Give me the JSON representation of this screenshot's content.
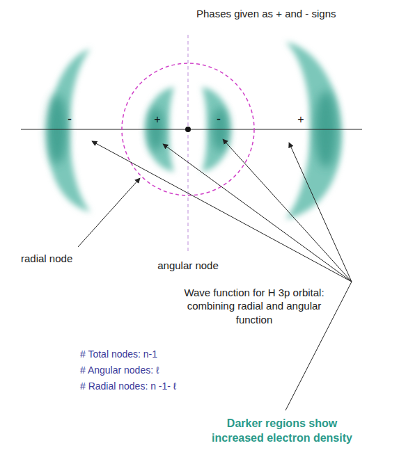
{
  "diagram": {
    "labels": [
      "Phases given as + and - signs",
      "-",
      "+",
      "-",
      "+",
      "radial node",
      "angular node",
      "Wave function for H 3p orbital: combining radial and angular function",
      "# Total nodes: n-1",
      "# Angular nodes: ℓ",
      "# Radial nodes: n -1- ℓ",
      "Darker regions show increased electron density"
    ]
  }
}
